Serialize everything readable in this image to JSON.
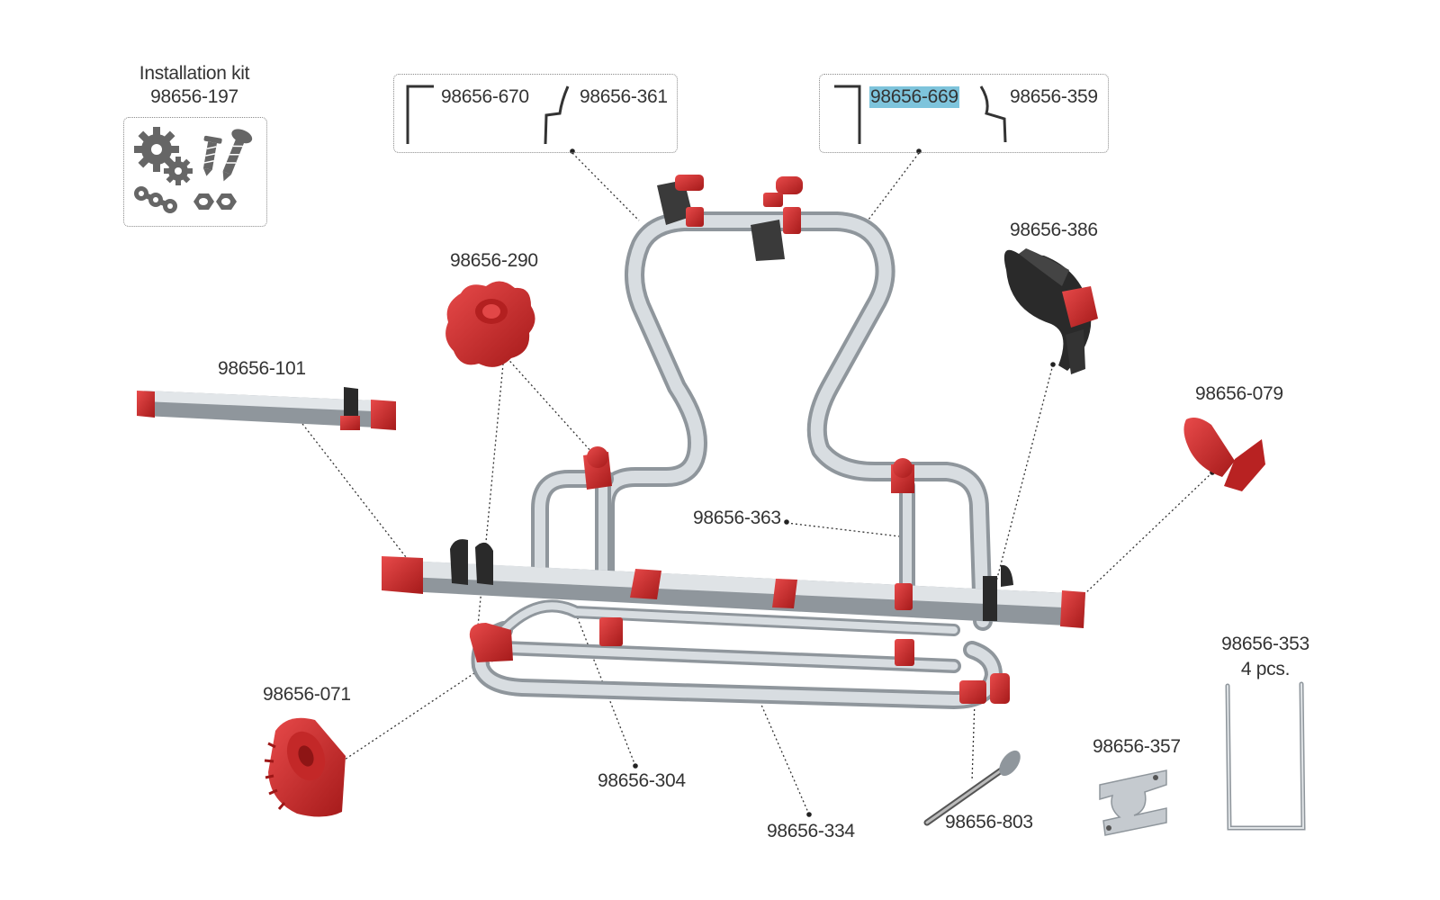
{
  "labels": {
    "installation_kit_title": "Installation kit",
    "installation_kit_number": "98656-197",
    "p670": "98656-670",
    "p361": "98656-361",
    "p669": "98656-669",
    "p359": "98656-359",
    "p386": "98656-386",
    "p290": "98656-290",
    "p101": "98656-101",
    "p079": "98656-079",
    "p363": "98656-363",
    "p071": "98656-071",
    "p304": "98656-304",
    "p334": "98656-334",
    "p803": "98656-803",
    "p357": "98656-357",
    "p353": "98656-353",
    "p353_qty": "4 pcs."
  },
  "colors": {
    "tube": "#c9ced3",
    "tube_dark": "#8f969c",
    "red_part": "#d22b2b",
    "red_dark": "#9e1717",
    "strap": "#2a2a2a",
    "icon_gray": "#666666",
    "highlight": "#7ec4dc"
  },
  "icons": [
    "gear-icon",
    "screw-icon",
    "chain-link-icon",
    "nut-icon"
  ]
}
